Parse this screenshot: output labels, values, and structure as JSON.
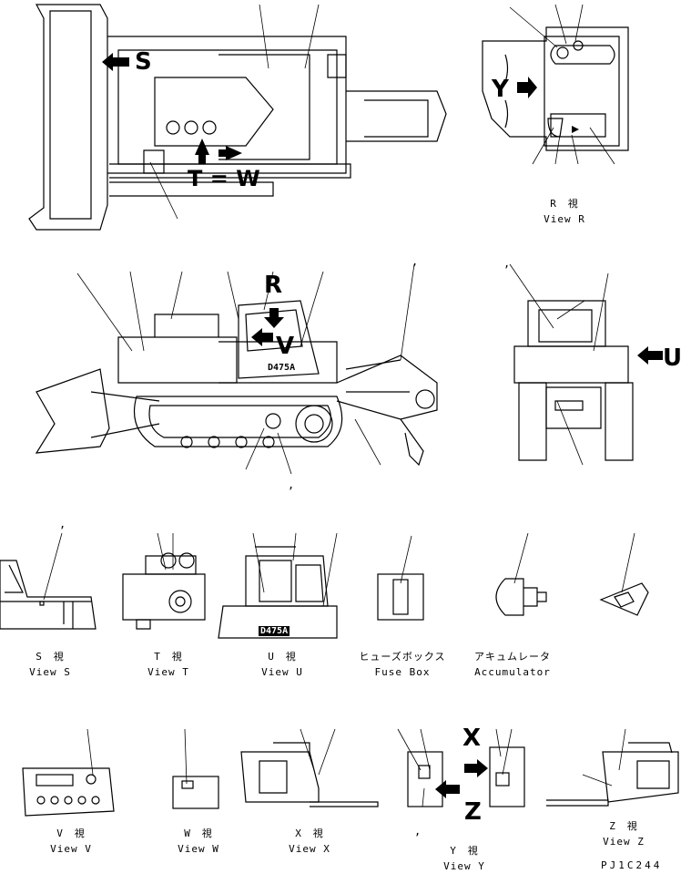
{
  "captions": {
    "view_r": {
      "jp": "R　視",
      "en": "View R"
    },
    "view_s": {
      "jp": "S　視",
      "en": "View S"
    },
    "view_t": {
      "jp": "T　視",
      "en": "View T"
    },
    "view_u": {
      "jp": "U　視",
      "en": "View U"
    },
    "fuse_box": {
      "jp": "ヒューズボックス",
      "en": "Fuse Box"
    },
    "accumulator": {
      "jp": "アキュムレータ",
      "en": "Accumulator"
    },
    "view_v": {
      "jp": "V　視",
      "en": "View V"
    },
    "view_w": {
      "jp": "W　視",
      "en": "View W"
    },
    "view_x": {
      "jp": "X　視",
      "en": "View X"
    },
    "view_y": {
      "jp": "Y　視",
      "en": "View Y"
    },
    "view_z": {
      "jp": "Z　視",
      "en": "View Z"
    }
  },
  "view_letters": {
    "s": "S",
    "tw": "T = W",
    "y": "Y",
    "r": "R",
    "v": "V",
    "u": "U",
    "x": "X",
    "z": "Z"
  },
  "model_label": "D475A",
  "drawing_code": "PJ1C244",
  "comma_mark": ","
}
